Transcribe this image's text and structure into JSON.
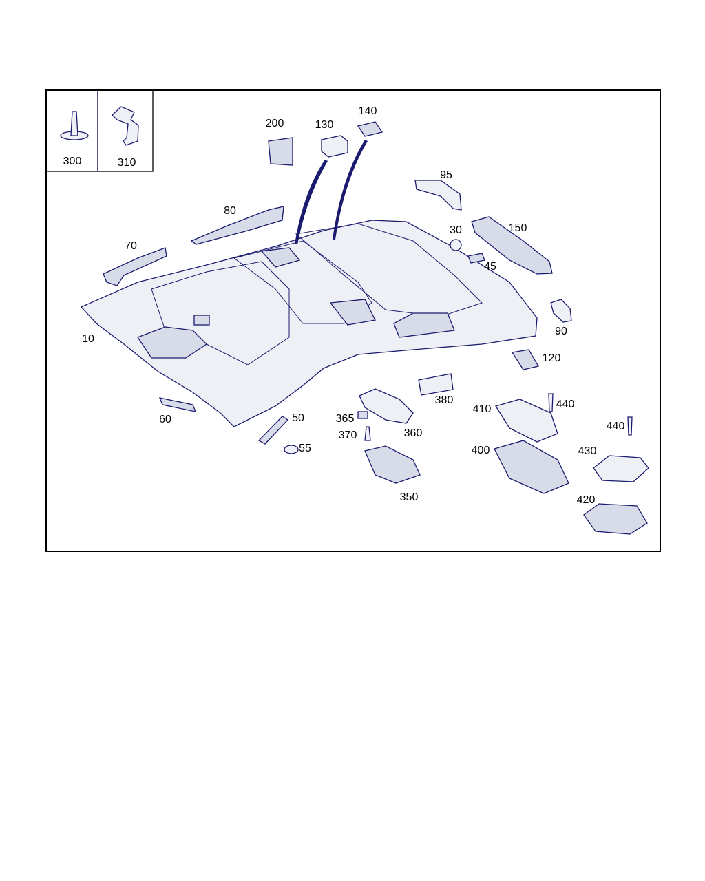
{
  "diagram": {
    "type": "exploded parts diagram - headliner / roof lining",
    "line_color": "#1a1a6e",
    "inset_labels": [
      "300",
      "310"
    ],
    "labels": {
      "p10": "10",
      "p30": "30",
      "p45": "45",
      "p50": "50",
      "p55": "55",
      "p60": "60",
      "p70": "70",
      "p80": "80",
      "p90": "90",
      "p95": "95",
      "p120": "120",
      "p130": "130",
      "p140": "140",
      "p150": "150",
      "p200": "200",
      "p350": "350",
      "p360": "360",
      "p365": "365",
      "p370": "370",
      "p380": "380",
      "p400": "400",
      "p410": "410",
      "p420": "420",
      "p430": "430",
      "p440a": "440",
      "p440b": "440"
    }
  }
}
